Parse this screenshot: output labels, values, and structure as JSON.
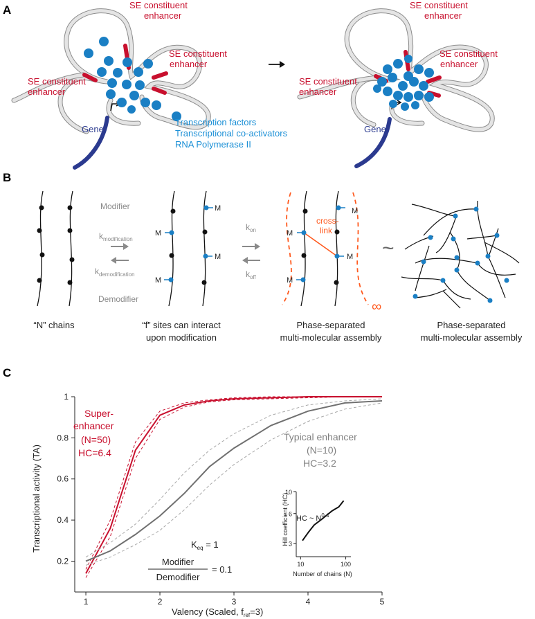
{
  "panels": {
    "a": "A",
    "b": "B",
    "c": "C"
  },
  "panel_a": {
    "se_line1": "SE constituent",
    "se_line2": "enhancer",
    "gene": "Gene",
    "legend": [
      "Transcription factors",
      "Transcriptional co-activators",
      "RNA Polymerase II"
    ],
    "colors": {
      "enhancer": "#c8102e",
      "factor": "#1a7fc4",
      "gene": "#2b3a8f",
      "chromatin": "#d9d9d9"
    }
  },
  "panel_b": {
    "modifier": "Modifier",
    "demodifier": "Demodifier",
    "k_mod": "k",
    "k_mod_sub": "modification",
    "k_demod": "k",
    "k_demod_sub": "demodification",
    "k_on": "k",
    "k_on_sub": "on",
    "k_off": "k",
    "k_off_sub": "off",
    "m_label": "M",
    "crosslink_1": "cross-",
    "crosslink_2": "link",
    "infinity": "∞",
    "tilde": "~",
    "caption_chains": "“N” chains",
    "caption_sites_1": "“f” sites can interact",
    "caption_sites_2": "upon modification",
    "caption_phase_1": "Phase-separated",
    "caption_phase_2": "multi-molecular assembly",
    "caption_phase2_1": "Phase-separated",
    "caption_phase2_2": "multi-molecular assembly"
  },
  "chart_data": {
    "type": "line",
    "xlabel": "Valency (Scaled, f",
    "xlabel_sub": "ref",
    "xlabel_end": "=3)",
    "ylabel": "Transcriptional activity (TA)",
    "xlim": [
      0.85,
      5
    ],
    "ylim": [
      0.05,
      1
    ],
    "xticks": [
      1,
      2,
      3,
      4,
      5
    ],
    "yticks": [
      0.2,
      0.4,
      0.6,
      0.8,
      1
    ],
    "ytick_labels": [
      "0.2",
      "0.4",
      "0.6",
      "0.8",
      "1"
    ],
    "series": [
      {
        "name": "Super-enhancer",
        "color": "#c8102e",
        "style": "solid",
        "x": [
          1,
          1.33,
          1.67,
          2,
          2.33,
          2.67,
          3,
          3.5,
          4,
          4.5,
          5
        ],
        "y": [
          0.14,
          0.36,
          0.74,
          0.91,
          0.96,
          0.98,
          0.99,
          0.995,
          1,
          1,
          1
        ]
      },
      {
        "name": "",
        "color": "#c8102e",
        "style": "dashed",
        "x": [
          1,
          1.33,
          1.67,
          2,
          2.33,
          2.67,
          3,
          3.5,
          4,
          4.5,
          5
        ],
        "y": [
          0.16,
          0.4,
          0.78,
          0.93,
          0.97,
          0.985,
          0.995,
          1,
          1,
          1,
          1
        ]
      },
      {
        "name": "",
        "color": "#c8102e",
        "style": "dashed",
        "x": [
          1,
          1.33,
          1.67,
          2,
          2.33,
          2.67,
          3,
          3.5,
          4,
          4.5,
          5
        ],
        "y": [
          0.12,
          0.32,
          0.7,
          0.89,
          0.95,
          0.975,
          0.985,
          0.99,
          0.995,
          1,
          1
        ]
      },
      {
        "name": "Typical enhancer",
        "color": "#707070",
        "style": "solid",
        "x": [
          1,
          1.33,
          1.67,
          2,
          2.33,
          2.67,
          3,
          3.5,
          4,
          4.5,
          5
        ],
        "y": [
          0.2,
          0.25,
          0.33,
          0.42,
          0.53,
          0.66,
          0.75,
          0.86,
          0.93,
          0.97,
          0.98
        ]
      },
      {
        "name": "",
        "color": "#a8a8a8",
        "style": "dashed",
        "x": [
          1,
          1.33,
          1.67,
          2,
          2.33,
          2.67,
          3,
          3.5,
          4,
          4.5,
          5
        ],
        "y": [
          0.22,
          0.29,
          0.38,
          0.5,
          0.63,
          0.74,
          0.82,
          0.91,
          0.96,
          0.98,
          0.99
        ]
      },
      {
        "name": "",
        "color": "#a8a8a8",
        "style": "dashed",
        "x": [
          1,
          1.33,
          1.67,
          2,
          2.33,
          2.67,
          3,
          3.5,
          4,
          4.5,
          5
        ],
        "y": [
          0.18,
          0.22,
          0.28,
          0.35,
          0.45,
          0.57,
          0.67,
          0.79,
          0.88,
          0.94,
          0.97
        ]
      }
    ],
    "annotations": {
      "se_1": "Super-",
      "se_2": "enhancer",
      "se_3": "(N=50)",
      "se_4": "HC=6.4",
      "te_1": "Typical enhancer",
      "te_2": "(N=10)",
      "te_3": "HC=3.2",
      "keq": "K",
      "keq_sub": "eq",
      "keq_val": " = 1",
      "ratio_num": "Modifier",
      "ratio_den": "Demodifier",
      "ratio_val": "= 0.1"
    },
    "inset": {
      "type": "line",
      "scale": "log-log",
      "xlabel": "Number of chains (N)",
      "ylabel": "Hill coefficient (HC)",
      "xticks": [
        10,
        100
      ],
      "yticks": [
        3,
        6,
        10
      ],
      "xlim": [
        8,
        130
      ],
      "ylim": [
        2.2,
        10
      ],
      "x": [
        11,
        15,
        20,
        30,
        50,
        70,
        90
      ],
      "y": [
        3.2,
        3.9,
        4.6,
        5.3,
        6.4,
        7.0,
        8.1
      ],
      "formula": "HC ~ N",
      "formula_exp": "0.4"
    }
  }
}
